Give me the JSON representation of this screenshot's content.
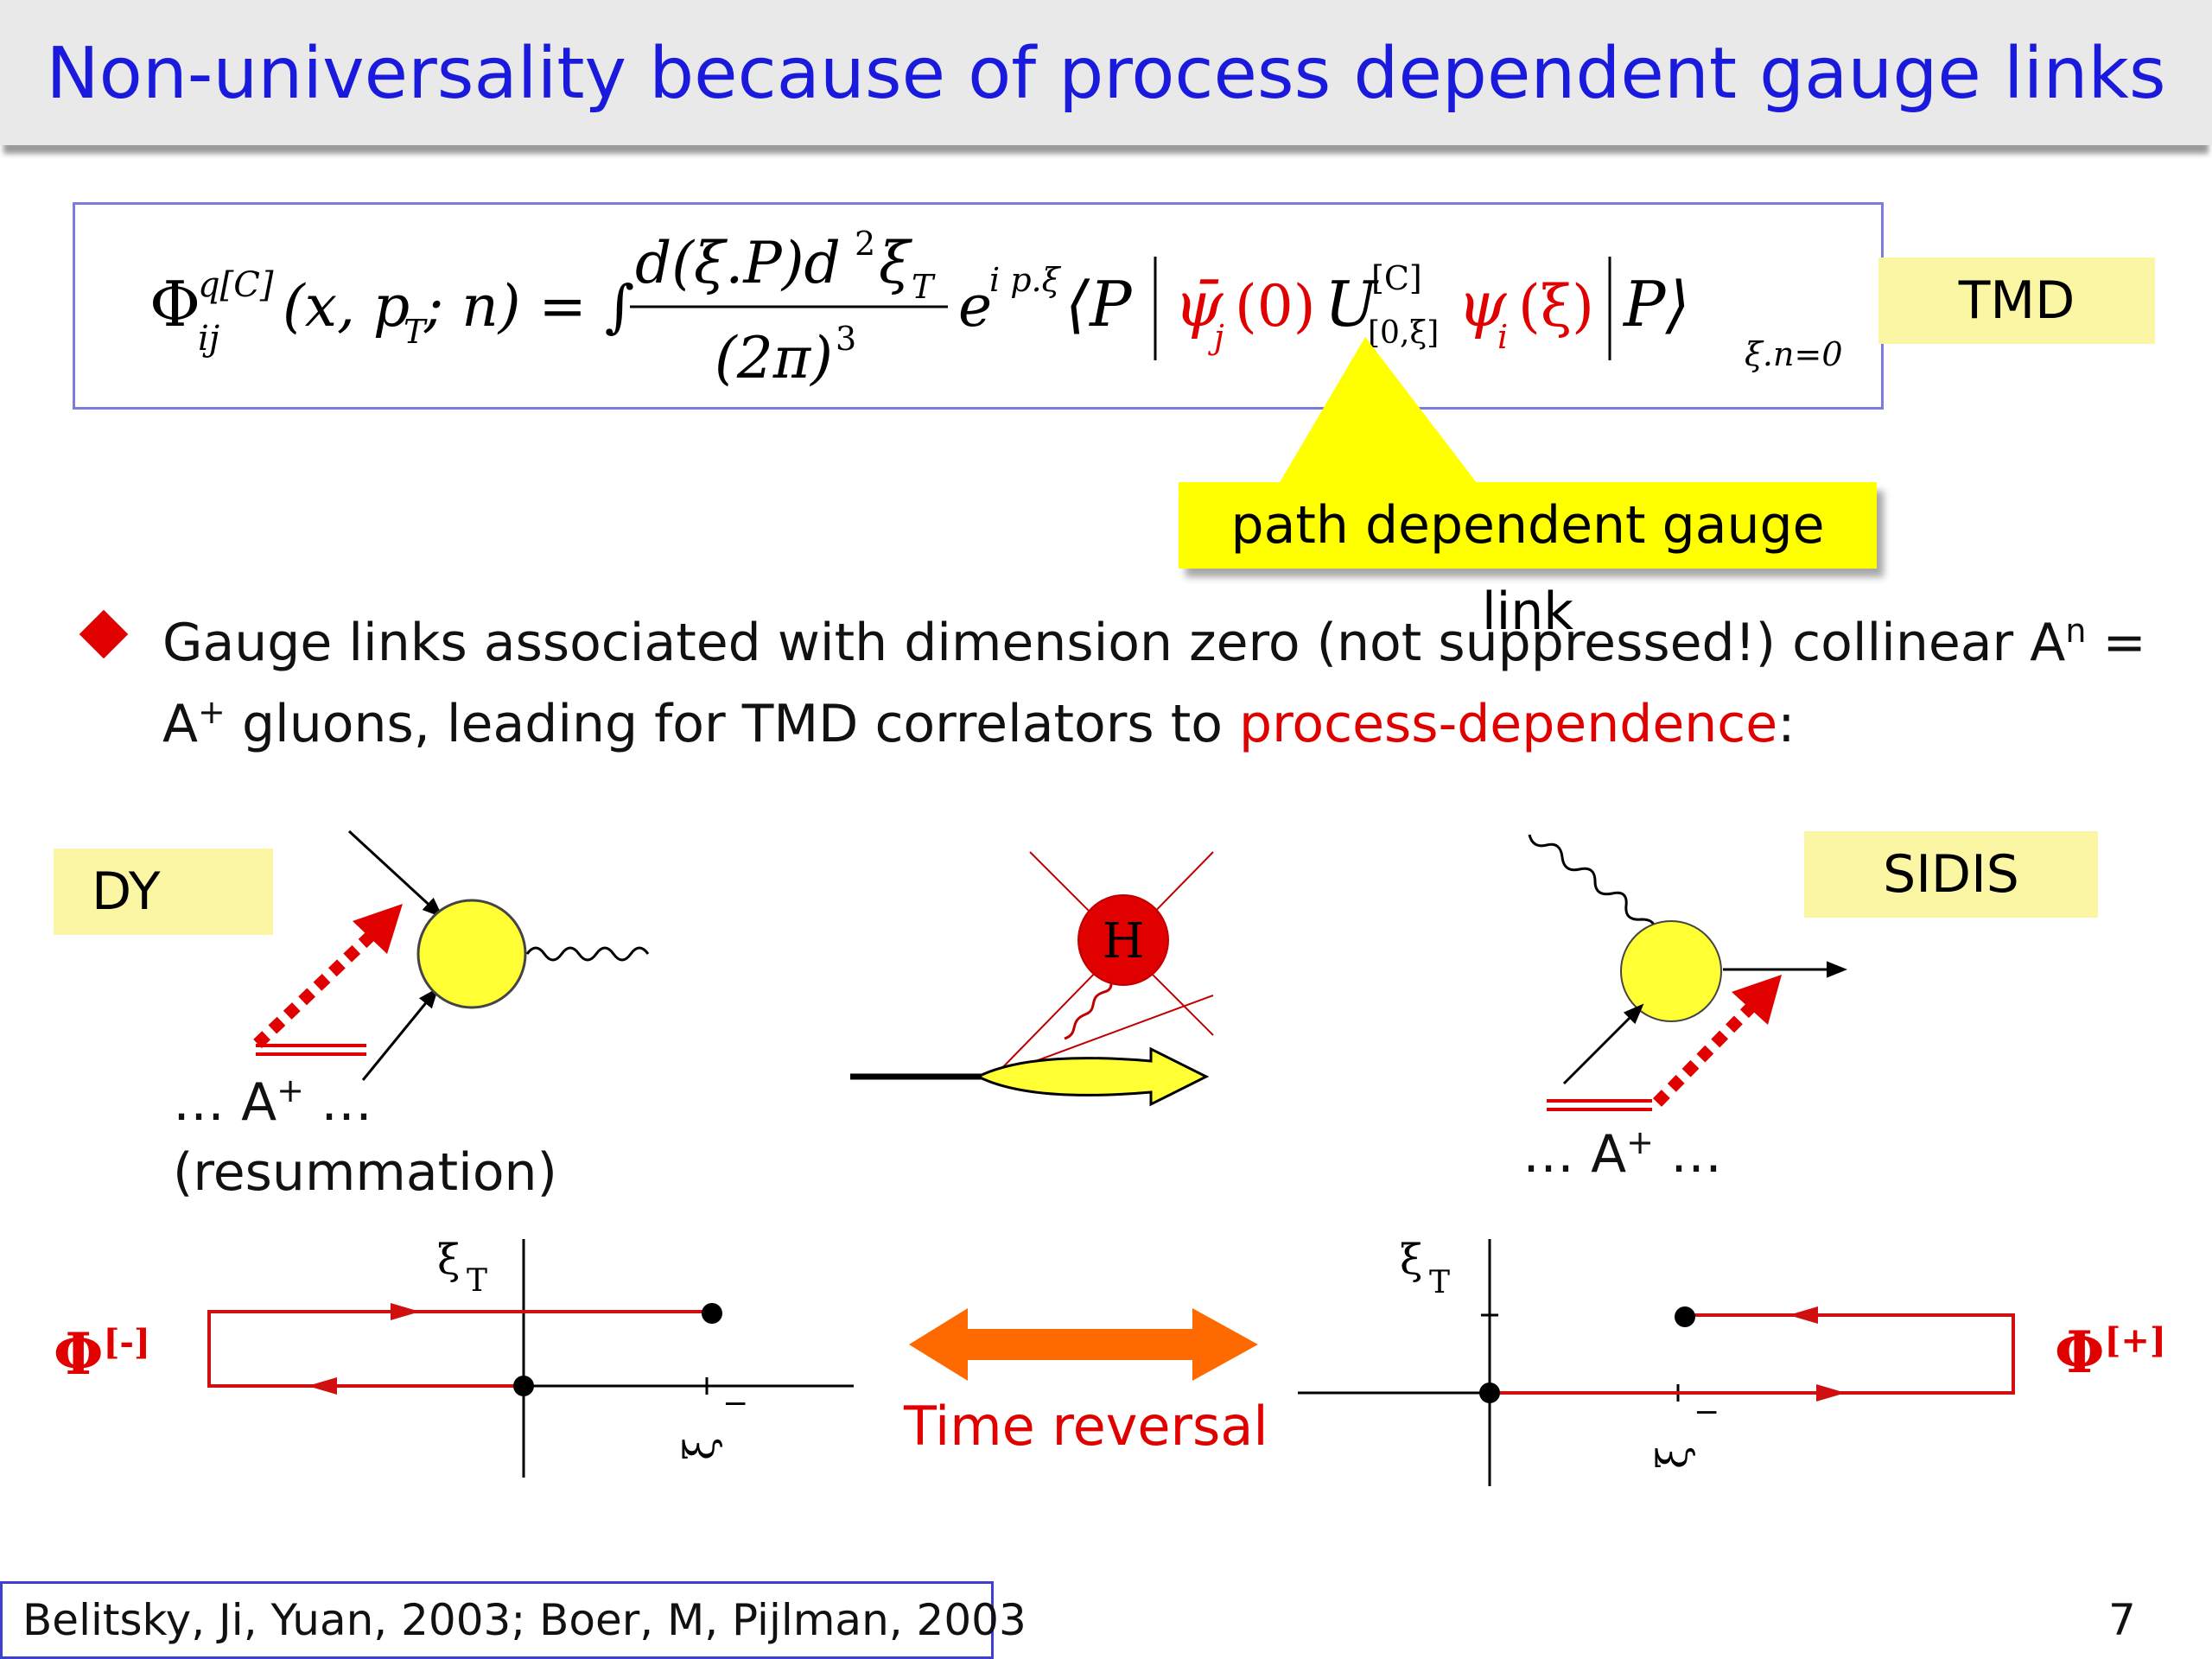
{
  "title": "Non-universality because of process dependent gauge links",
  "formula": {
    "lhs_phi": "Φ",
    "lhs_sup": "q[C]",
    "lhs_sub": "ij",
    "lhs_args": "(x, p",
    "lhs_args_sub": "T",
    "lhs_args_end": "; n) = ∫",
    "numerator": "d(ξ.P)d",
    "numerator_sup": "2",
    "numerator_xi": "ξ",
    "numerator_sub": "T",
    "denominator": "(2π)",
    "denominator_sup": "3",
    "exp_base": "e",
    "exp_sup": "i p.ξ",
    "bra": "⟨P",
    "psibar": "ψ̄",
    "psibar_sub": "j",
    "psibar_arg": "(0)",
    "u": "U",
    "u_sup": "[C]",
    "u_sub": "[0,ξ]",
    "psi": "ψ",
    "psi_sub": "i",
    "psi_arg": "(ξ)",
    "ket": "P⟩",
    "condition": "ξ.n=0"
  },
  "tmd_label": "TMD",
  "callout": "path dependent gauge link",
  "bullet": {
    "text_before": "Gauge links associated with dimension zero (not suppressed!) collinear A",
    "sup_n": "n",
    "text_eq": " = A",
    "sup_plus": "+",
    "text_line2": " gluons, leading for TMD correlators to ",
    "highlight": "process-dependence",
    "text_end": ":"
  },
  "diagrams": {
    "dy_label": "DY",
    "sidis_label": "SIDIS",
    "dy_aplus": "… A",
    "dy_aplus_sup": "+",
    "dy_aplus_end": " …",
    "dy_resummation": "(resummation)",
    "sidis_aplus": "… A",
    "sidis_aplus_sup": "+",
    "sidis_aplus_end": " …",
    "hard_vertex": "H",
    "xi_t": "ξ",
    "xi_t_sub": "T",
    "xi_minus": "ξ",
    "xi_minus_sup": "−",
    "phi_minus": "Φ",
    "phi_minus_sup": "[-]",
    "phi_plus": "Φ",
    "phi_plus_sup": "[+]",
    "time_reversal": "Time reversal"
  },
  "colors": {
    "title": "#1a1adc",
    "accent_red": "#e00000",
    "yellow_box": "#fbf6a4",
    "callout_yellow": "#ffff00",
    "arrow_orange": "#ff6a00"
  },
  "citation": "Belitsky, Ji, Yuan, 2003; Boer, M, Pijlman, 2003",
  "page_number": "7"
}
